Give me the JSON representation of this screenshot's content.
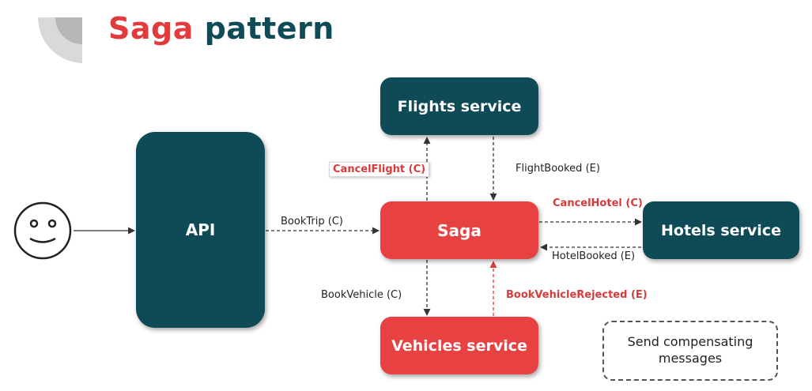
{
  "title": {
    "word1": "Saga",
    "word2": "pattern"
  },
  "boxes": {
    "api": "API",
    "flights": "Flights service",
    "saga": "Saga",
    "hotels": "Hotels service",
    "vehicles": "Vehicles service"
  },
  "labels": {
    "book_trip": "BookTrip (C)",
    "cancel_flight": "CancelFlight (C)",
    "flight_booked": "FlightBooked (E)",
    "cancel_hotel": "CancelHotel (C)",
    "hotel_booked": "HotelBooked (E)",
    "book_vehicle": "BookVehicle (C)",
    "book_vehicle_rejected": "BookVehicleRejected (E)"
  },
  "note": "Send compensating messages",
  "colors": {
    "teal": "#0f4a57",
    "red": "#e84141",
    "accent_text": "#d83a3a"
  },
  "icons": {
    "user": "smiley-face-icon"
  }
}
